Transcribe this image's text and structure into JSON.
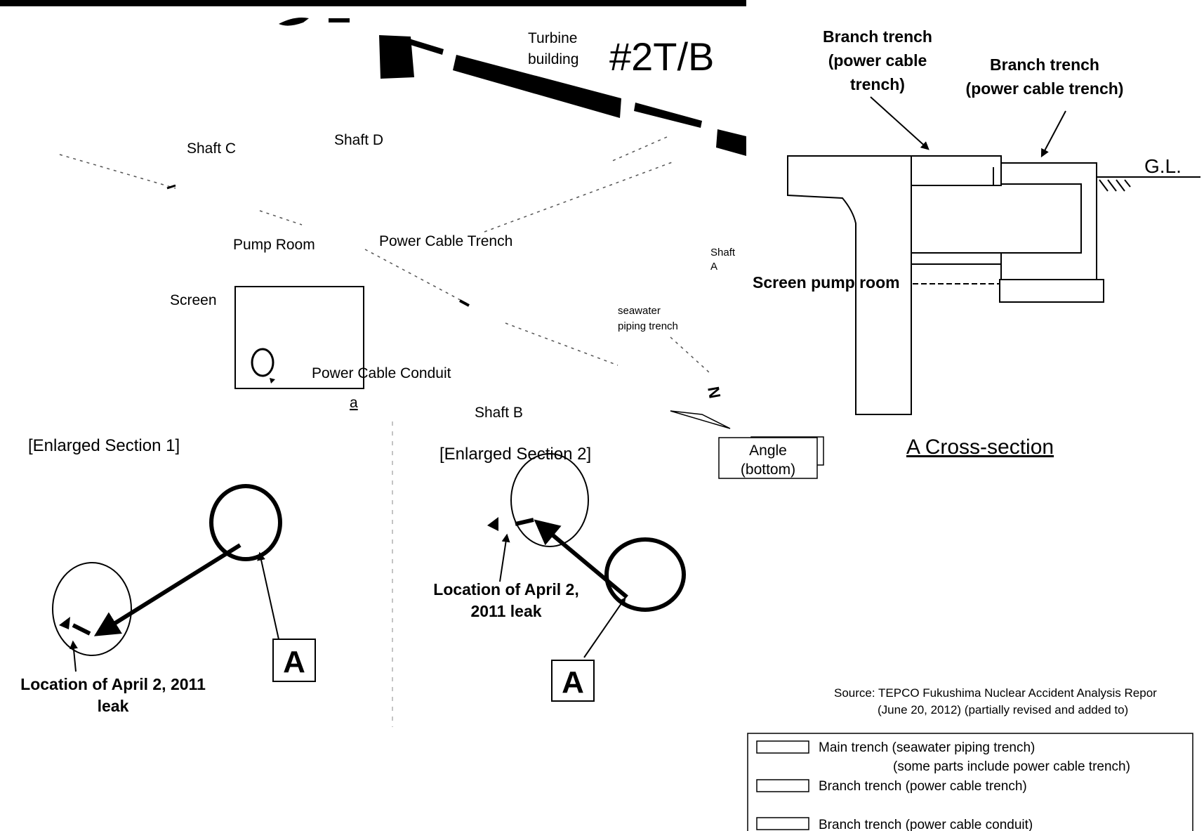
{
  "plan": {
    "building_label": "Turbine building",
    "building_label_line1": "Turbine",
    "building_label_line2": "building",
    "unit_id": "#2T/B",
    "shaft_c": "Shaft C",
    "shaft_d": "Shaft D",
    "shaft_a_line1": "Shaft",
    "shaft_a_line2": "A",
    "shaft_b": "Shaft B",
    "pump_room": "Pump Room",
    "power_cable_trench": "Power Cable Trench",
    "screen": "Screen",
    "seawater_line1": "seawater",
    "seawater_line2": "piping trench",
    "power_cable_conduit": "Power Cable Conduit",
    "point_a": "a",
    "north": "N",
    "angle_line1": "Angle",
    "angle_line2": "(bottom)"
  },
  "enlarged_1": {
    "title": "[Enlarged Section 1]",
    "leak_line1": "Location of April 2, 2011",
    "leak_line2": "leak",
    "section_marker": "A"
  },
  "enlarged_2": {
    "title": "[Enlarged Section 2]",
    "leak_line1": "Location of April 2,",
    "leak_line2": "2011 leak",
    "section_marker": "A"
  },
  "cross_section": {
    "title": "A Cross-section",
    "branch1_line1": "Branch trench",
    "branch1_line2": "(power cable",
    "branch1_line3": "trench)",
    "branch2_line1": "Branch trench",
    "branch2_line2": "(power cable trench)",
    "ground_level": "G.L.",
    "screen_pump_room": "Screen pump room"
  },
  "source": {
    "line1": "Source: TEPCO Fukushima Nuclear Accident Analysis Repor",
    "line2": "(June 20, 2012) (partially revised and added to)"
  },
  "legend": [
    {
      "label": "Main trench (seawater piping trench)",
      "sub": "(some parts include power cable trench)"
    },
    {
      "label": "Branch trench (power cable trench)"
    },
    {
      "label": "Branch trench (power cable conduit)"
    }
  ]
}
